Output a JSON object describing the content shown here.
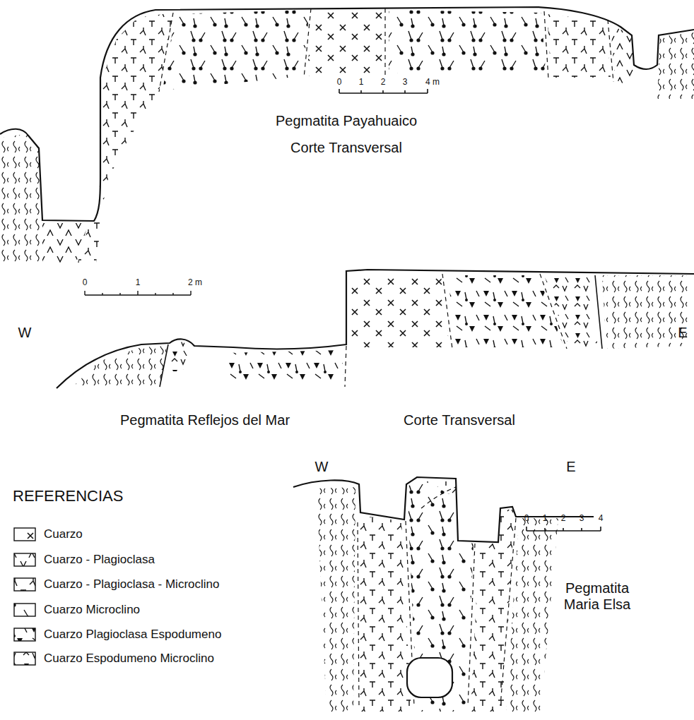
{
  "diagram": {
    "labels": [
      "0",
      "1",
      "2",
      "3",
      "4 m",
      "Pegmatita Payahuaico",
      "Corte Transversal",
      "0",
      "1",
      "2 m",
      "W",
      "E",
      "Pegmatita Reflejos del Mar",
      "Corte Transversal",
      "W",
      "E",
      "0",
      "1",
      "2",
      "3",
      "4",
      "Pegmatita Maria Elsa",
      "REFERENCIAS"
    ],
    "legend": [
      {
        "text": "Cuarzo"
      },
      {
        "text": "Cuarzo - Plagioclasa"
      },
      {
        "text": "Cuarzo - Plagioclasa - Microclino"
      },
      {
        "text": "Cuarzo Microclino"
      },
      {
        "text": "Cuarzo Plagioclasa Espodumeno"
      },
      {
        "text": "Cuarzo Espodumeno Microclino"
      }
    ]
  }
}
